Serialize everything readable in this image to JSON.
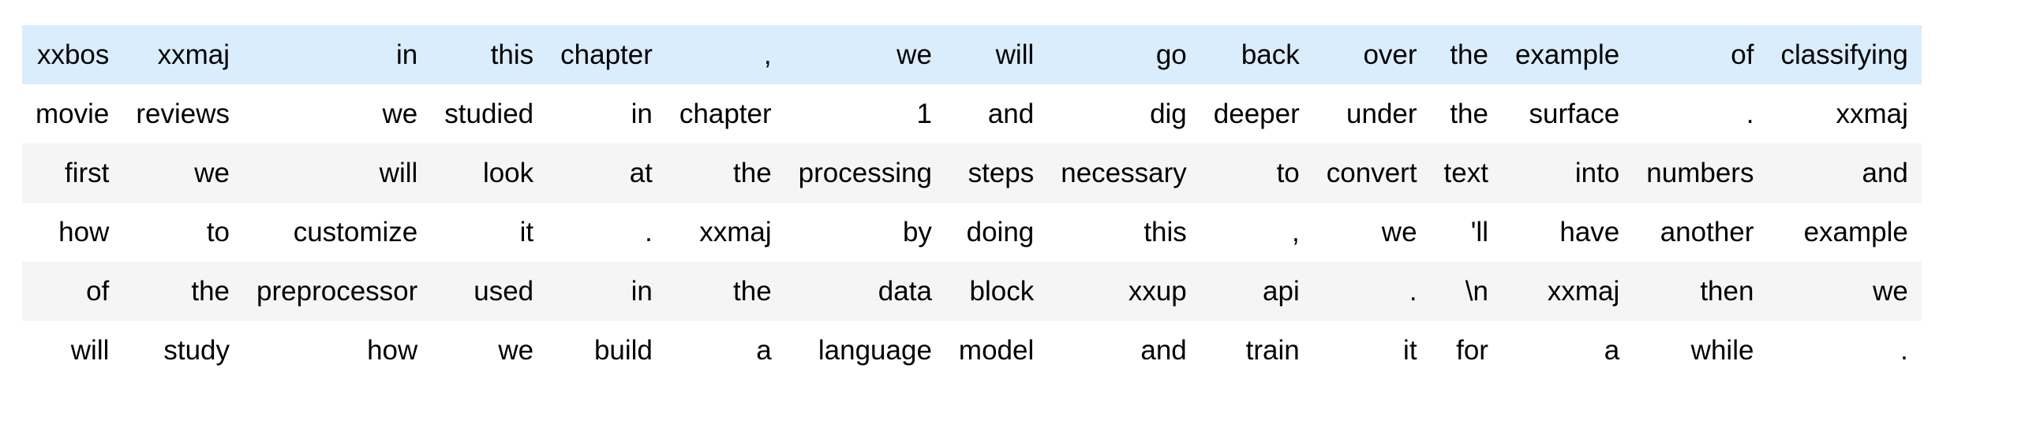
{
  "table": {
    "description_row_count": 6,
    "description_col_count": 15,
    "colors": {
      "hover_row_bg": "#d9edfd",
      "stripe_row_bg": "#f5f5f5",
      "plain_row_bg": "#ffffff",
      "text": "#000000"
    },
    "rows": [
      {
        "style": "hover",
        "cells": [
          "xxbos",
          "xxmaj",
          "in",
          "this",
          "chapter",
          ",",
          "we",
          "will",
          "go",
          "back",
          "over",
          "the",
          "example",
          "of",
          "classifying"
        ]
      },
      {
        "style": "plain",
        "cells": [
          "movie",
          "reviews",
          "we",
          "studied",
          "in",
          "chapter",
          "1",
          "and",
          "dig",
          "deeper",
          "under",
          "the",
          "surface",
          ".",
          "xxmaj"
        ]
      },
      {
        "style": "stripe",
        "cells": [
          "first",
          "we",
          "will",
          "look",
          "at",
          "the",
          "processing",
          "steps",
          "necessary",
          "to",
          "convert",
          "text",
          "into",
          "numbers",
          "and"
        ]
      },
      {
        "style": "plain",
        "cells": [
          "how",
          "to",
          "customize",
          "it",
          ".",
          "xxmaj",
          "by",
          "doing",
          "this",
          ",",
          "we",
          "'ll",
          "have",
          "another",
          "example"
        ]
      },
      {
        "style": "stripe",
        "cells": [
          "of",
          "the",
          "preprocessor",
          "used",
          "in",
          "the",
          "data",
          "block",
          "xxup",
          "api",
          ".",
          "\\n",
          "xxmaj",
          "then",
          "we"
        ]
      },
      {
        "style": "plain",
        "cells": [
          "will",
          "study",
          "how",
          "we",
          "build",
          "a",
          "language",
          "model",
          "and",
          "train",
          "it",
          "for",
          "a",
          "while",
          "."
        ]
      }
    ]
  }
}
